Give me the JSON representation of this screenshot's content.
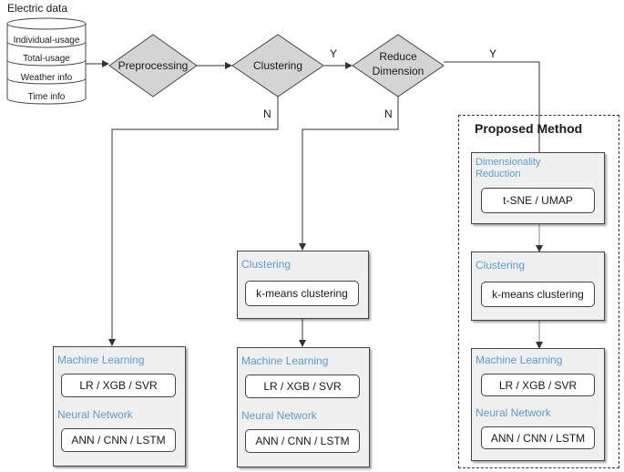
{
  "source": {
    "title": "Electric data",
    "items": [
      "Individual-usage",
      "Total-usage",
      "Weather info",
      "Time info"
    ]
  },
  "decisions": {
    "preprocessing": "Preprocessing",
    "clustering": "Clustering",
    "reduce_dimension": [
      "Reduce",
      "Dimension"
    ]
  },
  "branch_labels": {
    "yes": "Y",
    "no": "N"
  },
  "proposed": {
    "title": "Proposed  Method",
    "dim_reduction": {
      "title_lines": [
        "Dimensionality",
        "Reduction"
      ],
      "method": "t-SNE / UMAP"
    }
  },
  "clustering_panel": {
    "title": "Clustering",
    "method": "k-means clustering"
  },
  "models_panel": {
    "ml_title": "Machine Learning",
    "ml_methods": "LR / XGB / SVR",
    "nn_title": "Neural Network",
    "nn_methods": "ANN / CNN / LSTM"
  },
  "colors": {
    "panel_title": "#5b9bd5",
    "diamond_fill": "#d4d4d4",
    "panel_fill": "#f0f0f0"
  }
}
